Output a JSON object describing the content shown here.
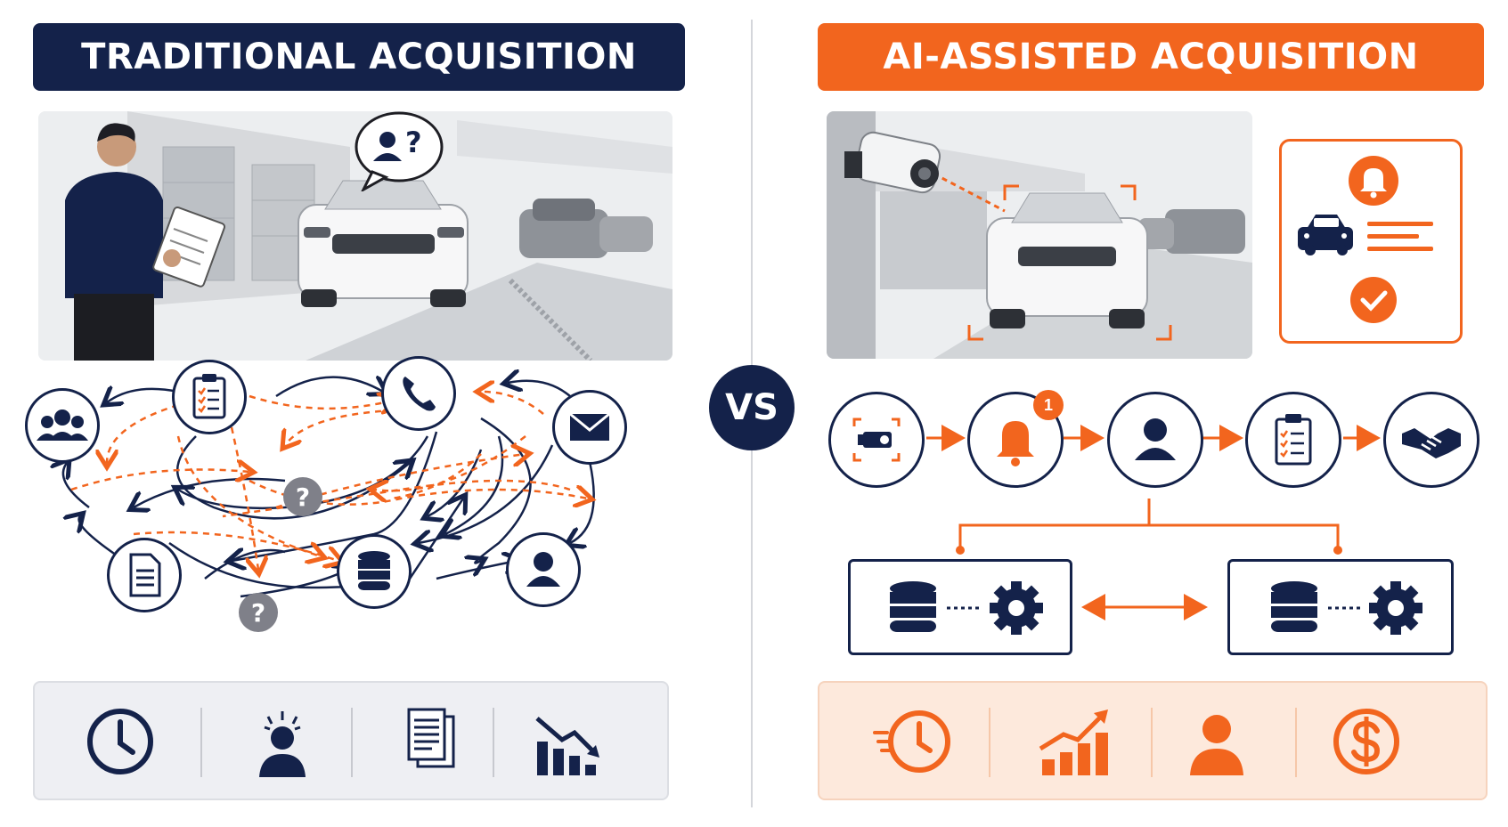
{
  "left": {
    "title": "TRADITIONAL ACQUISITION",
    "question_mark": "?",
    "bubble_question": "?",
    "icons": [
      "team-icon",
      "clipboard-icon",
      "phone-icon",
      "email-icon",
      "document-icon",
      "database-icon",
      "user-icon"
    ],
    "bottom_icons": [
      "clock-icon",
      "stressed-person-icon",
      "paperwork-icon",
      "declining-chart-icon"
    ]
  },
  "right": {
    "title": "AI-ASSISTED ACQUISITION",
    "notification_count": "1",
    "flow_icons": [
      "camera-icon",
      "bell-icon",
      "user-icon",
      "clipboard-icon",
      "handshake-icon"
    ],
    "bottom_icons": [
      "fast-clock-icon",
      "growth-chart-icon",
      "person-icon",
      "dollar-icon"
    ]
  },
  "vs_label": "VS",
  "colors": {
    "navy": "#14224a",
    "orange": "#f2651e",
    "gray": "#7f8089"
  }
}
